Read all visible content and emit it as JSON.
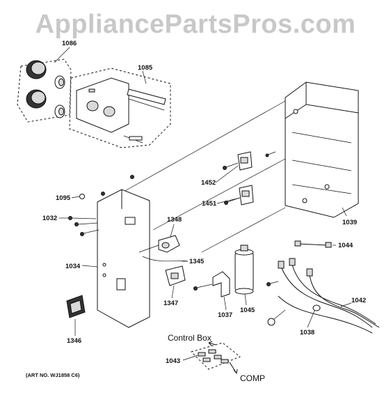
{
  "watermark": "AppliancePartsPros.com",
  "labels": {
    "p1086": "1086",
    "p1085": "1085",
    "p1452": "1452",
    "p1451": "1451",
    "p1095": "1095",
    "p1032": "1032",
    "p1348": "1348",
    "p1039": "1039",
    "p1044": "1044",
    "p1034": "1034",
    "p1345": "1345",
    "p1347": "1347",
    "p1037": "1037",
    "p1045": "1045",
    "p1042": "1042",
    "p1038": "1038",
    "p1346": "1346",
    "p1043": "1043"
  },
  "callouts": {
    "control_box": "Control Box",
    "comp": "COMP"
  },
  "art_no": "(ART NO. WJ1858 C6)"
}
